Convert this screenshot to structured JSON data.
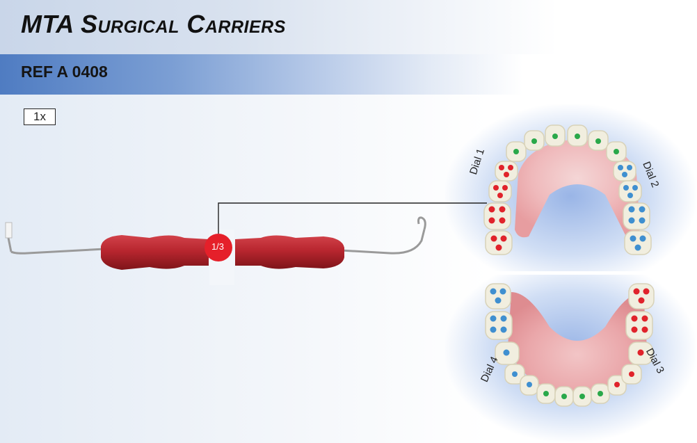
{
  "header": {
    "title": "MTA Surgical Carriers",
    "ref": "REF A 0408"
  },
  "quantity": "1x",
  "instrument": {
    "marker_label": "1/3",
    "handle_color": "#b8262f",
    "marker_color": "#e5202a"
  },
  "dials": {
    "dial1": "Dial 1",
    "dial2": "Dial 2",
    "dial3": "Dial 3",
    "dial4": "Dial 4"
  },
  "colors": {
    "red_dots": "#e0232b",
    "blue_dots": "#3f8fd0",
    "green_dots": "#2aa84a",
    "title_band": "#c9d6e9",
    "ref_band": "#4f7cc2"
  }
}
